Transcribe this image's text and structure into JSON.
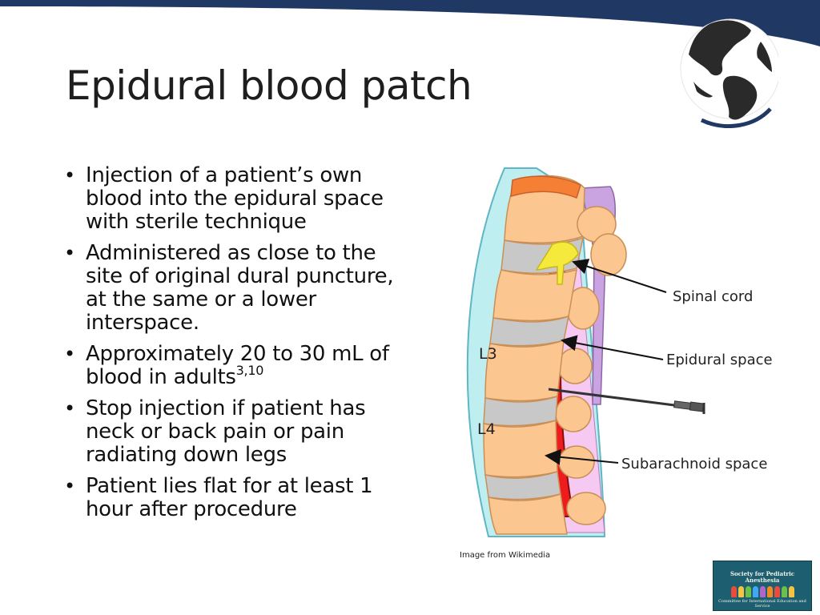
{
  "slide": {
    "title": "Epidural blood patch",
    "bullets": [
      {
        "text": "Injection of a patient’s own blood into the epidural space with sterile technique",
        "sup": ""
      },
      {
        "text": "Administered as close to the site of original dural puncture, at the same or a lower interspace.",
        "sup": ""
      },
      {
        "text": "Approximately 20 to 30 mL of blood in adults",
        "sup": "3,10"
      },
      {
        "text": "Stop injection if patient has neck or back pain or pain radiating down legs",
        "sup": ""
      },
      {
        "text": "Patient lies flat for at least 1 hour after procedure",
        "sup": ""
      }
    ]
  },
  "diagram": {
    "labels": {
      "spinal_cord": "Spinal cord",
      "epidural_space": "Epidural space",
      "subarachnoid_space": "Subarachnoid space",
      "l3": "L3",
      "l4": "L4"
    },
    "caption": "Image from Wikimedia"
  },
  "logo": {
    "org_name": "Society for Pediatric Anesthesia",
    "subtitle": "Committee for International Education and Service"
  },
  "colors": {
    "band": "#1f3864",
    "vertebra": "#fbc690",
    "disc": "#c8c8c8",
    "cord": "#ee1c1c",
    "csf": "#f6c9f2",
    "outer_canal": "#bfeef1",
    "logo_bg": "#1d5f70"
  }
}
